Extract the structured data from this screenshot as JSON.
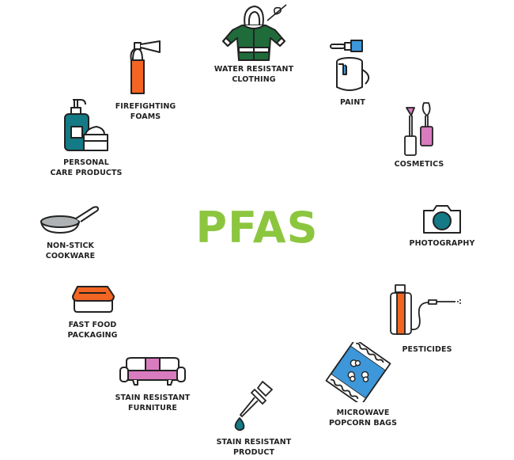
{
  "title": "PFAS",
  "colors": {
    "title": "#8cc63f",
    "green": "#1f6b3a",
    "orange": "#f26522",
    "teal": "#137a86",
    "blue": "#3d97d9",
    "pink": "#d97bbf",
    "outline": "#222222"
  },
  "items": [
    {
      "id": "water-resistant-clothing",
      "line1": "WATER RESISTANT",
      "line2": "CLOTHING",
      "icon": "jacket-icon"
    },
    {
      "id": "paint",
      "line1": "PAINT",
      "line2": "",
      "icon": "paint-can-icon"
    },
    {
      "id": "cosmetics",
      "line1": "COSMETICS",
      "line2": "",
      "icon": "mascara-icon"
    },
    {
      "id": "photography",
      "line1": "PHOTOGRAPHY",
      "line2": "",
      "icon": "camera-icon"
    },
    {
      "id": "pesticides",
      "line1": "PESTICIDES",
      "line2": "",
      "icon": "sprayer-icon"
    },
    {
      "id": "microwave-popcorn-bags",
      "line1": "MICROWAVE",
      "line2": "POPCORN BAGS",
      "icon": "popcorn-bag-icon"
    },
    {
      "id": "stain-resistant-product",
      "line1": "STAIN RESISTANT",
      "line2": "PRODUCT",
      "icon": "dropper-icon"
    },
    {
      "id": "stain-resistant-furniture",
      "line1": "STAIN RESISTANT",
      "line2": "FURNITURE",
      "icon": "sofa-icon"
    },
    {
      "id": "fast-food-packaging",
      "line1": "FAST FOOD",
      "line2": "PACKAGING",
      "icon": "food-container-icon"
    },
    {
      "id": "non-stick-cookware",
      "line1": "NON-STICK",
      "line2": "COOKWARE",
      "icon": "frying-pan-icon"
    },
    {
      "id": "personal-care-products",
      "line1": "PERSONAL",
      "line2": "CARE PRODUCTS",
      "icon": "lotion-bottle-icon"
    },
    {
      "id": "firefighting-foams",
      "line1": "FIREFIGHTING",
      "line2": "FOAMS",
      "icon": "fire-extinguisher-icon"
    }
  ]
}
